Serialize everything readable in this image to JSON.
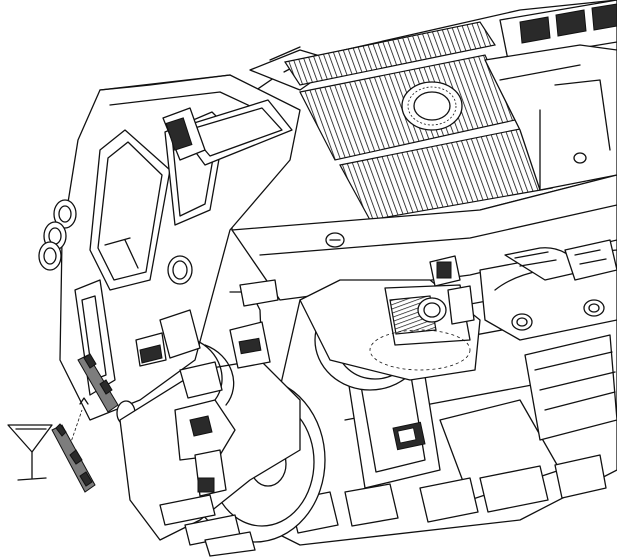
{
  "figure": {
    "kind": "exploded-assembly-line-drawing",
    "subject": "locomotive",
    "line_color": "#111111",
    "background": "#ffffff",
    "callouts": {
      "glass_icon": "martini-glass-icon",
      "separated_part": "horn-bar-part"
    }
  }
}
